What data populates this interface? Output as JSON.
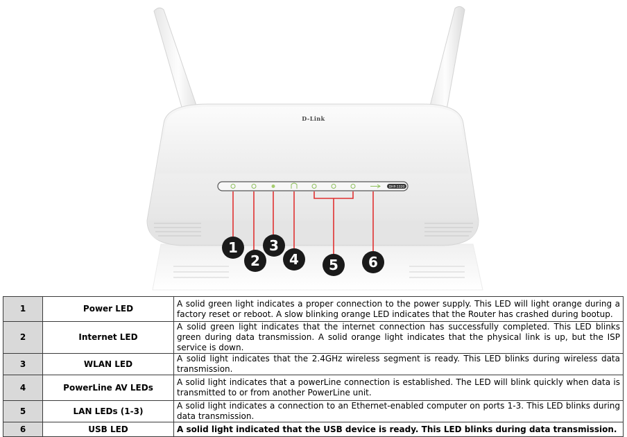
{
  "figure": {
    "brand": "D-Link",
    "model_badge": "DHP-1320",
    "callouts": [
      "1",
      "2",
      "3",
      "4",
      "5",
      "6"
    ]
  },
  "table": {
    "rows": [
      {
        "num": "1",
        "name": "Power LED",
        "desc": "A solid green light indicates a proper connection to the power supply. This LED will light orange during a factory reset or reboot. A slow blinking orange LED indicates that the Router has crashed during bootup."
      },
      {
        "num": "2",
        "name": "Internet LED",
        "desc": "A solid green light indicates that the internet connection has successfully completed. This LED blinks green during data transmission. A solid orange light indicates that the physical link is up, but the ISP service is down."
      },
      {
        "num": "3",
        "name": "WLAN LED",
        "desc": "A solid light indicates that the 2.4GHz wireless segment is ready. This LED blinks during wireless data transmission."
      },
      {
        "num": "4",
        "name": "PowerLine AV LEDs",
        "desc": "A solid light indicates that a powerLine connection is established. The LED will blink quickly when data is transmitted to or from another PowerLine unit."
      },
      {
        "num": "5",
        "name": "LAN LEDs (1-3)",
        "desc": "A solid light indicates a connection to an Ethernet-enabled computer on ports 1-3. This LED blinks during  data transmission."
      },
      {
        "num": "6",
        "name": "USB LED",
        "desc": "A solid light indicated that the USB device is ready. This LED blinks during data transmission."
      }
    ]
  }
}
